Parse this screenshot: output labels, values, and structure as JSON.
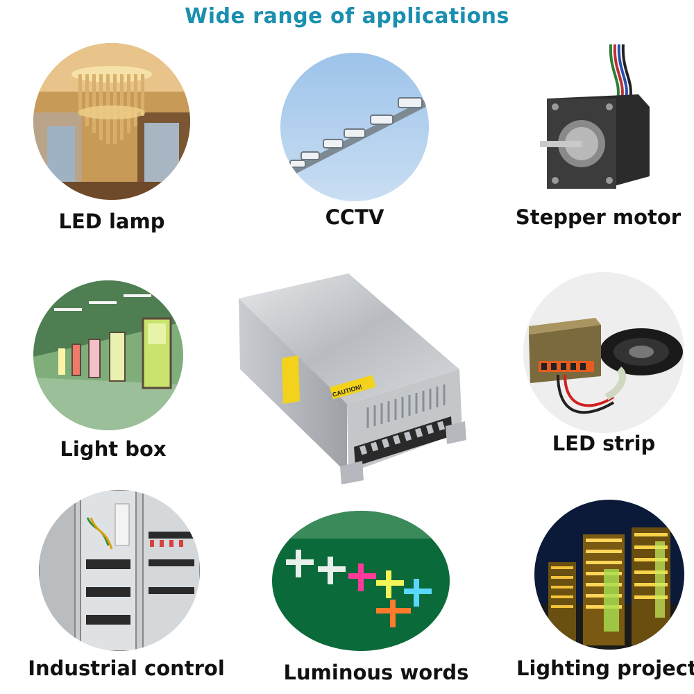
{
  "header": {
    "title": "Wide range of applications"
  },
  "applications": [
    {
      "id": "led-lamp",
      "label": "LED lamp",
      "icon": "chandelier-photo"
    },
    {
      "id": "cctv",
      "label": "CCTV",
      "icon": "cctv-cameras-photo"
    },
    {
      "id": "stepper-motor",
      "label": "Stepper motor",
      "icon": "stepper-motor-photo"
    },
    {
      "id": "light-box",
      "label": "Light box",
      "icon": "light-box-corridor-photo"
    },
    {
      "id": "led-strip",
      "label": "LED strip",
      "icon": "led-strip-reel-photo"
    },
    {
      "id": "industrial-control",
      "label": "Industrial control",
      "icon": "control-cabinet-photo"
    },
    {
      "id": "luminous-words",
      "label": "Luminous words",
      "icon": "led-sign-photo"
    },
    {
      "id": "lighting-project",
      "label": "Lighting project",
      "icon": "lit-buildings-photo"
    }
  ],
  "product": {
    "icon": "power-supply-photo",
    "caution_label": "CAUTION!"
  },
  "colors": {
    "title": "#1a8fb0",
    "label": "#111111"
  }
}
